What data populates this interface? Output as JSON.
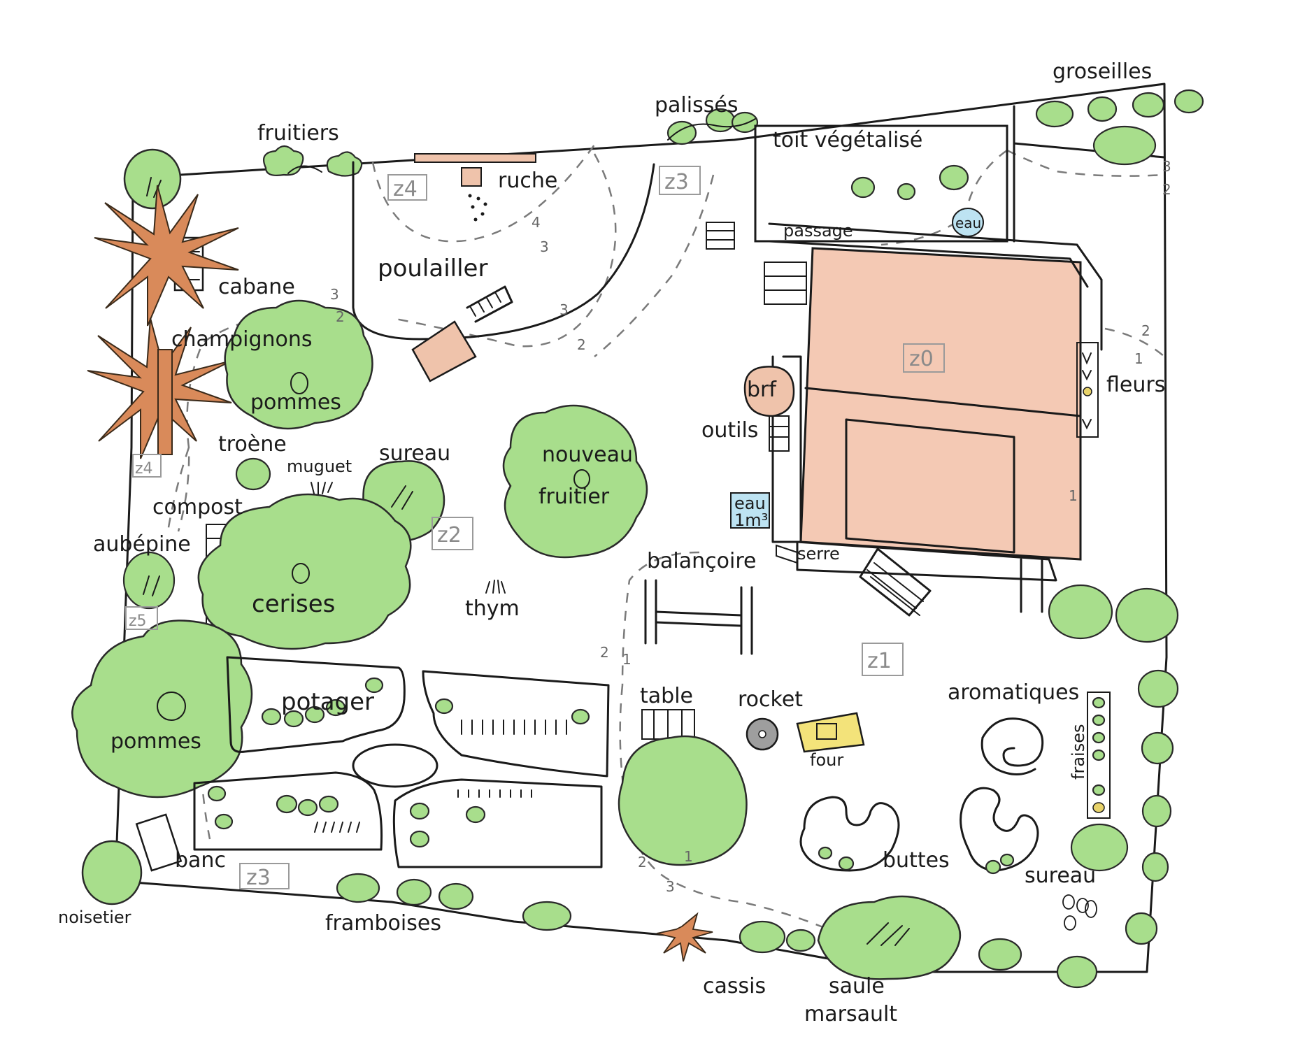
{
  "labels": {
    "fruitiers": "fruitiers",
    "palisses": "palissés",
    "groseilles": "groseilles",
    "toit_vegetalise": "toit végétalisé",
    "ruche": "ruche",
    "eau_top": "eau",
    "passage": "passage",
    "poulailler": "poulailler",
    "cabane": "cabane",
    "champignons": "champignons",
    "pommes_top": "pommes",
    "troene": "troène",
    "muguet": "muguet",
    "sureau_mid": "sureau",
    "nouveau": "nouveau",
    "fruitier": "fruitier",
    "brf": "brf",
    "outils": "outils",
    "fleurs": "fleurs",
    "compost": "compost",
    "eau_1m3_line1": "eau",
    "eau_1m3_line2": "1m³",
    "aubepine": "aubépine",
    "cerises": "cerises",
    "thym": "thym",
    "serre": "serre",
    "balancoire": "balançoire",
    "potager": "potager",
    "pommes_bottom": "pommes",
    "table": "table",
    "rocket": "rocket",
    "four": "four",
    "aromatiques": "aromatiques",
    "fraises": "fraises",
    "buttes": "buttes",
    "sureau_right": "sureau",
    "banc": "banc",
    "noisetier": "noisetier",
    "framboises": "framboises",
    "cassis": "cassis",
    "saule": "saule",
    "marsault": "marsault"
  },
  "zones": {
    "z0": "z0",
    "z1": "z1",
    "z2": "z2",
    "z3_top": "z3",
    "z3_bottom": "z3",
    "z4_top": "z4",
    "z4_left": "z4",
    "z5": "z5"
  },
  "path_numbers": {
    "n1": "1",
    "n2": "2",
    "n3": "3",
    "n4": "4"
  },
  "colors": {
    "foliage": "#a8de8c",
    "roof": "#f4c9b4",
    "palm": "#d98a5a",
    "water": "#bde3f2",
    "ink": "#1a1a1a",
    "zone_grey": "#8a8a8a"
  }
}
